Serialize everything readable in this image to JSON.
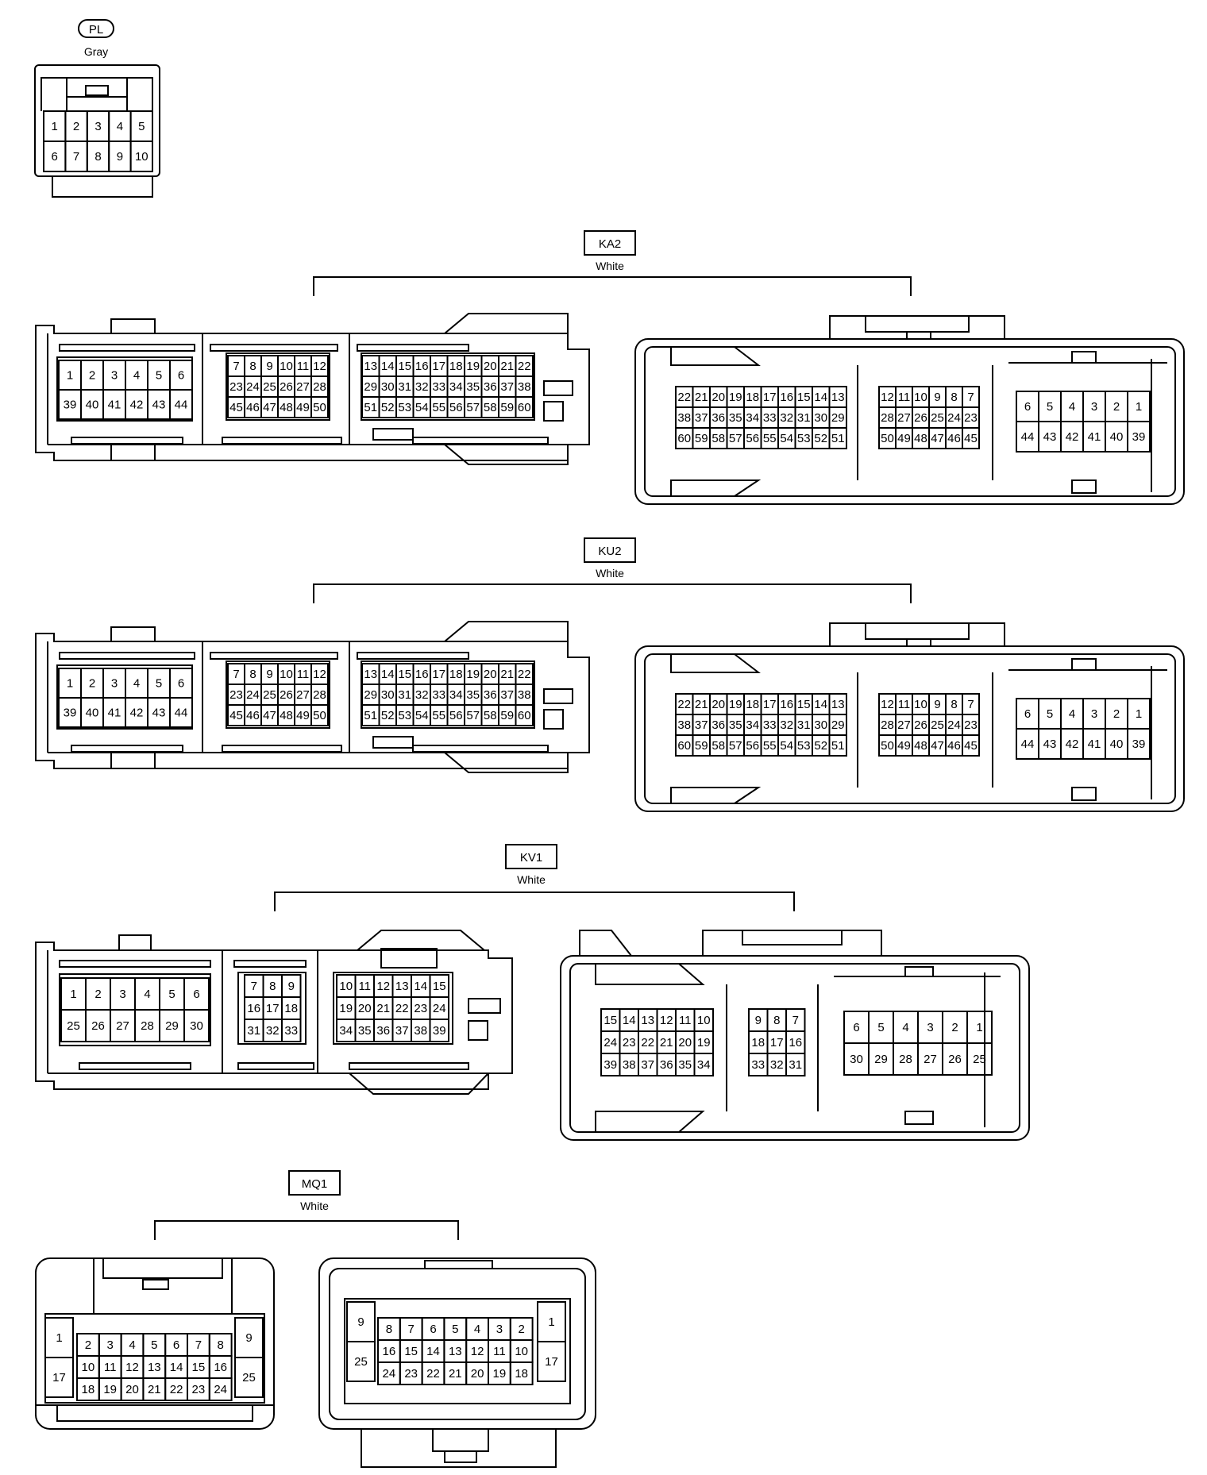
{
  "connectors": {
    "pl": {
      "code": "PL",
      "color": "Gray",
      "pin_rows": [
        [
          "1",
          "2",
          "3",
          "4",
          "5"
        ],
        [
          "6",
          "7",
          "8",
          "9",
          "10"
        ]
      ]
    },
    "ka2": {
      "code": "KA2",
      "color": "White"
    },
    "ku2": {
      "code": "KU2",
      "color": "White"
    },
    "kv1": {
      "code": "KV1",
      "color": "White"
    },
    "mq1": {
      "code": "MQ1",
      "color": "White"
    }
  },
  "groups": {
    "g44_left": [
      [
        "1",
        "2",
        "3",
        "4",
        "5",
        "6"
      ],
      [
        "39",
        "40",
        "41",
        "42",
        "43",
        "44"
      ]
    ],
    "g50_left": [
      [
        "7",
        "8",
        "9",
        "10",
        "11",
        "12"
      ],
      [
        "23",
        "24",
        "25",
        "26",
        "27",
        "28"
      ],
      [
        "45",
        "46",
        "47",
        "48",
        "49",
        "50"
      ]
    ],
    "g60_left": [
      [
        "13",
        "14",
        "15",
        "16",
        "17",
        "18",
        "19",
        "20",
        "21",
        "22"
      ],
      [
        "29",
        "30",
        "31",
        "32",
        "33",
        "34",
        "35",
        "36",
        "37",
        "38"
      ],
      [
        "51",
        "52",
        "53",
        "54",
        "55",
        "56",
        "57",
        "58",
        "59",
        "60"
      ]
    ],
    "g60_right": [
      [
        "22",
        "21",
        "20",
        "19",
        "18",
        "17",
        "16",
        "15",
        "14",
        "13"
      ],
      [
        "38",
        "37",
        "36",
        "35",
        "34",
        "33",
        "32",
        "31",
        "30",
        "29"
      ],
      [
        "60",
        "59",
        "58",
        "57",
        "56",
        "55",
        "54",
        "53",
        "52",
        "51"
      ]
    ],
    "g50_right": [
      [
        "12",
        "11",
        "10",
        "9",
        "8",
        "7"
      ],
      [
        "28",
        "27",
        "26",
        "25",
        "24",
        "23"
      ],
      [
        "50",
        "49",
        "48",
        "47",
        "46",
        "45"
      ]
    ],
    "g44_right": [
      [
        "6",
        "5",
        "4",
        "3",
        "2",
        "1"
      ],
      [
        "44",
        "43",
        "42",
        "41",
        "40",
        "39"
      ]
    ],
    "kv_a_left": [
      [
        "1",
        "2",
        "3",
        "4",
        "5",
        "6"
      ],
      [
        "25",
        "26",
        "27",
        "28",
        "29",
        "30"
      ]
    ],
    "kv_b_left": [
      [
        "7",
        "8",
        "9"
      ],
      [
        "16",
        "17",
        "18"
      ],
      [
        "31",
        "32",
        "33"
      ]
    ],
    "kv_c_left": [
      [
        "10",
        "11",
        "12",
        "13",
        "14",
        "15"
      ],
      [
        "19",
        "20",
        "21",
        "22",
        "23",
        "24"
      ],
      [
        "34",
        "35",
        "36",
        "37",
        "38",
        "39"
      ]
    ],
    "kv_c_right": [
      [
        "15",
        "14",
        "13",
        "12",
        "11",
        "10"
      ],
      [
        "24",
        "23",
        "22",
        "21",
        "20",
        "19"
      ],
      [
        "39",
        "38",
        "37",
        "36",
        "35",
        "34"
      ]
    ],
    "kv_b_right": [
      [
        "9",
        "8",
        "7"
      ],
      [
        "18",
        "17",
        "16"
      ],
      [
        "33",
        "32",
        "31"
      ]
    ],
    "kv_a_right": [
      [
        "6",
        "5",
        "4",
        "3",
        "2",
        "1"
      ],
      [
        "30",
        "29",
        "28",
        "27",
        "26",
        "25"
      ]
    ],
    "mq_left_c": [
      [
        "2",
        "3",
        "4",
        "5",
        "6",
        "7",
        "8"
      ],
      [
        "10",
        "11",
        "12",
        "13",
        "14",
        "15",
        "16"
      ],
      [
        "18",
        "19",
        "20",
        "21",
        "22",
        "23",
        "24"
      ]
    ],
    "mq_left_l": [
      "1",
      "17"
    ],
    "mq_left_r": [
      "9",
      "25"
    ],
    "mq_right_c": [
      [
        "8",
        "7",
        "6",
        "5",
        "4",
        "3",
        "2"
      ],
      [
        "16",
        "15",
        "14",
        "13",
        "12",
        "11",
        "10"
      ],
      [
        "24",
        "23",
        "22",
        "21",
        "20",
        "19",
        "18"
      ]
    ],
    "mq_right_l": [
      "9",
      "25"
    ],
    "mq_right_r": [
      "1",
      "17"
    ]
  }
}
